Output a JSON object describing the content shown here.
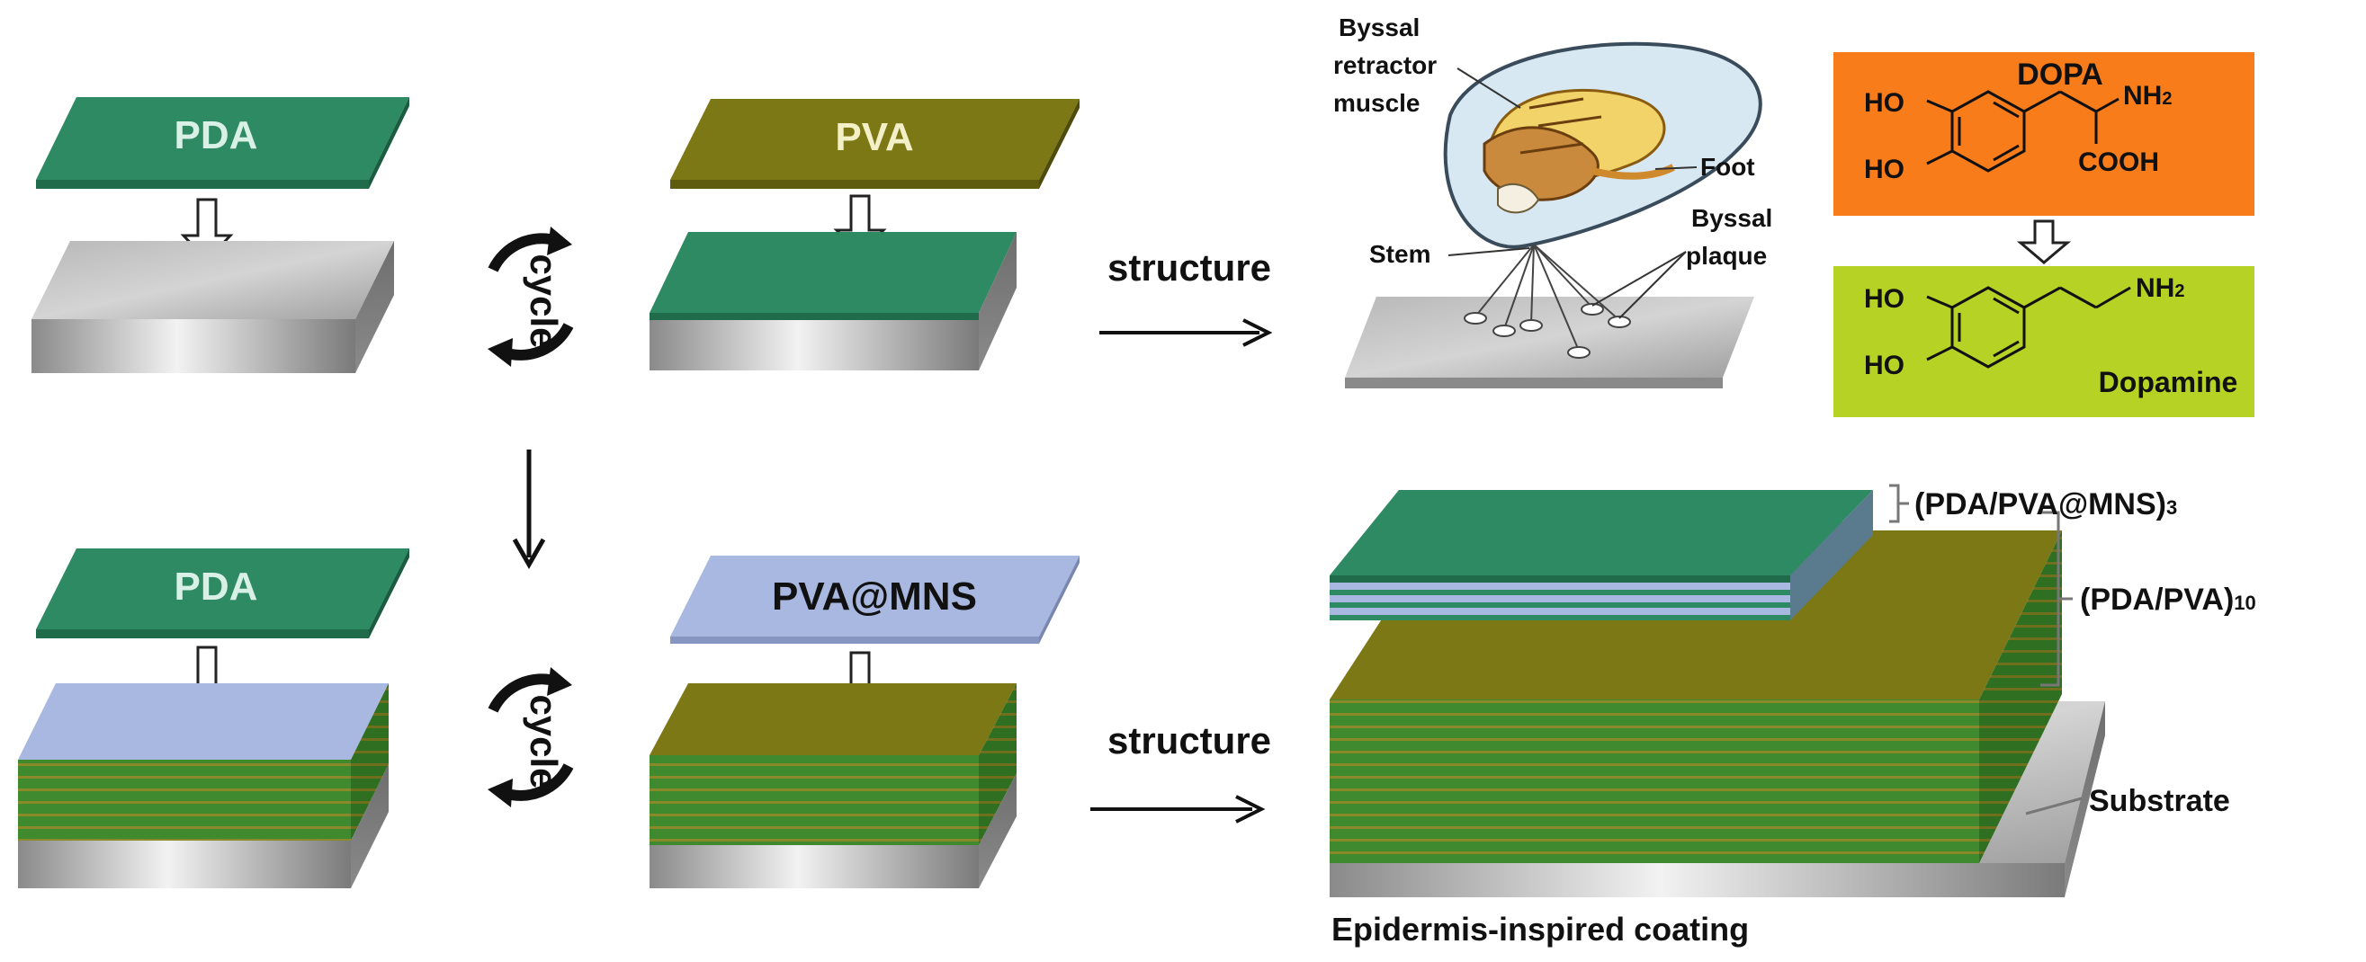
{
  "top_row": {
    "pda_label": "PDA",
    "pva_label": "PVA",
    "cycle_label": "cycle",
    "structure_label": "structure"
  },
  "bottom_row": {
    "pda_label": "PDA",
    "pva_mns_label": "PVA@MNS",
    "cycle_label": "cycle",
    "structure_label": "structure"
  },
  "mussel": {
    "byssal_retractor_muscle": [
      "Byssal",
      "retractor",
      "muscle"
    ],
    "foot": "Foot",
    "stem": "Stem",
    "byssal_plaque": [
      "Byssal",
      "plaque"
    ]
  },
  "chemistry": {
    "dopa": {
      "title": "DOPA",
      "ho1": "HO",
      "ho2": "HO",
      "nh2": "NH",
      "nh2_sub": "2",
      "cooh": "COOH"
    },
    "dopamine": {
      "title": "Dopamine",
      "ho1": "HO",
      "ho2": "HO",
      "nh2": "NH",
      "nh2_sub": "2"
    }
  },
  "coating": {
    "label_top": "(PDA/PVA@MNS)",
    "label_top_sub": "3",
    "label_mid": "(PDA/PVA)",
    "label_mid_sub": "10",
    "substrate": "Substrate",
    "caption": "Epidermis-inspired coating"
  },
  "colors": {
    "pda_green": "#2e8a63",
    "pva_olive": "#7d7816",
    "mns_blue": "#a8b8e0",
    "orange_box": "#f97c1a",
    "lime_box": "#b6d224",
    "layer_stripe": "#3e7d2a"
  }
}
